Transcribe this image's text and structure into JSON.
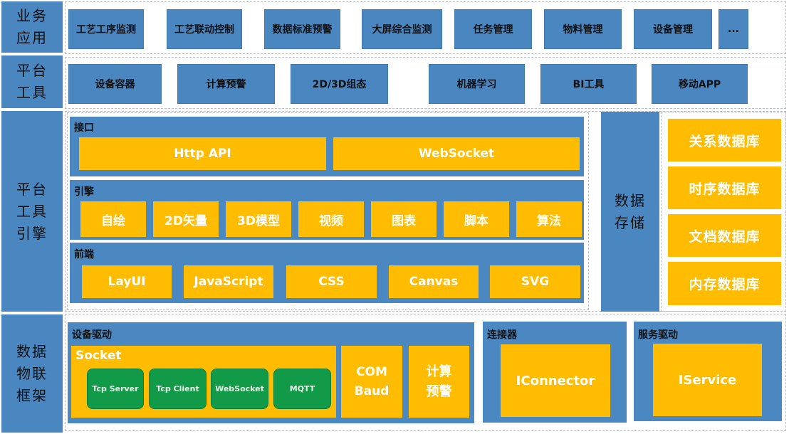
{
  "layers": {
    "business": {
      "label": "业务\n应用",
      "items": [
        "工艺工序监测",
        "工艺联动控制",
        "数据标准预警",
        "大屏综合监测",
        "任务管理",
        "物料管理",
        "设备管理",
        "..."
      ]
    },
    "platform_tools": {
      "label": "平台\n工具",
      "items": [
        "设备容器",
        "计算预警",
        "2D/3D组态",
        "机器学习",
        "BI工具",
        "移动APP"
      ]
    },
    "engine": {
      "label": "平台\n工具\n引擎",
      "interface": {
        "title": "接口",
        "items": [
          "Http API",
          "WebSocket"
        ]
      },
      "engine_core": {
        "title": "引擎",
        "items": [
          "自绘",
          "2D矢量",
          "3D模型",
          "视频",
          "图表",
          "脚本",
          "算法"
        ]
      },
      "frontend": {
        "title": "前端",
        "items": [
          "LayUI",
          "JavaScript",
          "CSS",
          "Canvas",
          "SVG"
        ]
      },
      "storage": {
        "label": "数据\n存储",
        "items": [
          "关系数据库",
          "时序数据库",
          "文档数据库",
          "内存数据库"
        ]
      }
    },
    "iot": {
      "label": "数据\n物联\n框架",
      "device_driver": {
        "title": "设备驱动",
        "socket": {
          "title": "Socket",
          "items": [
            "Tcp Server",
            "Tcp Client",
            "WebSocket",
            "MQTT"
          ]
        },
        "com": "COM\nBaud",
        "calc": "计算\n预警"
      },
      "connector": {
        "title": "连接器",
        "item": "IConnector"
      },
      "service_driver": {
        "title": "服务驱动",
        "item": "IService"
      }
    }
  },
  "colors": {
    "blue": "#4a86c0",
    "yellow": "#ffbc00",
    "green": "#119a48"
  }
}
